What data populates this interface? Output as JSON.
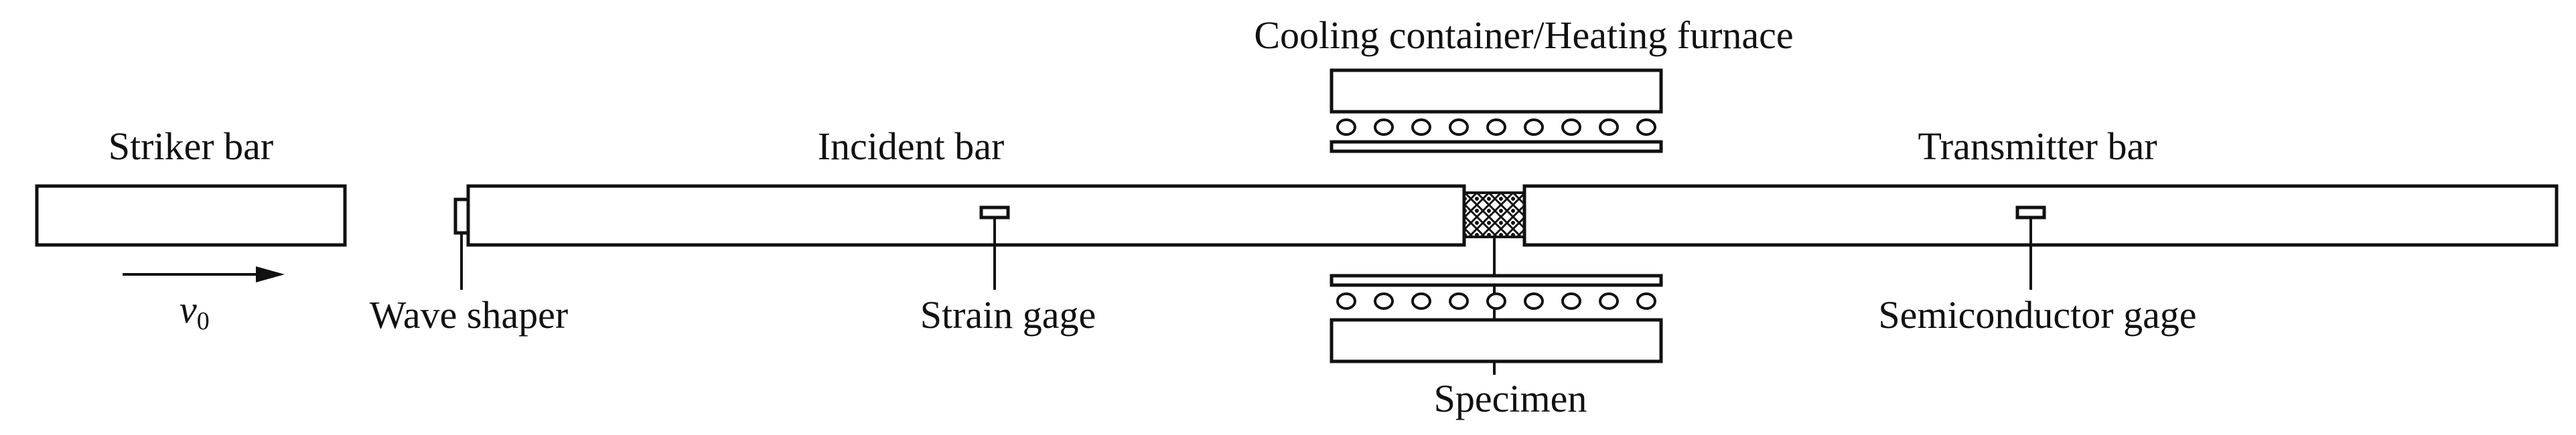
{
  "labels": {
    "striker_bar": "Striker bar",
    "incident_bar": "Incident bar",
    "transmitter_bar": "Transmitter bar",
    "furnace": "Cooling container/Heating furnace",
    "wave_shaper": "Wave shaper",
    "strain_gage": "Strain gage",
    "semiconductor_gage": "Semiconductor gage",
    "specimen": "Specimen",
    "velocity_symbol": "v",
    "velocity_subscript": "0"
  },
  "colors": {
    "stroke": "#111111",
    "background": "#ffffff"
  }
}
